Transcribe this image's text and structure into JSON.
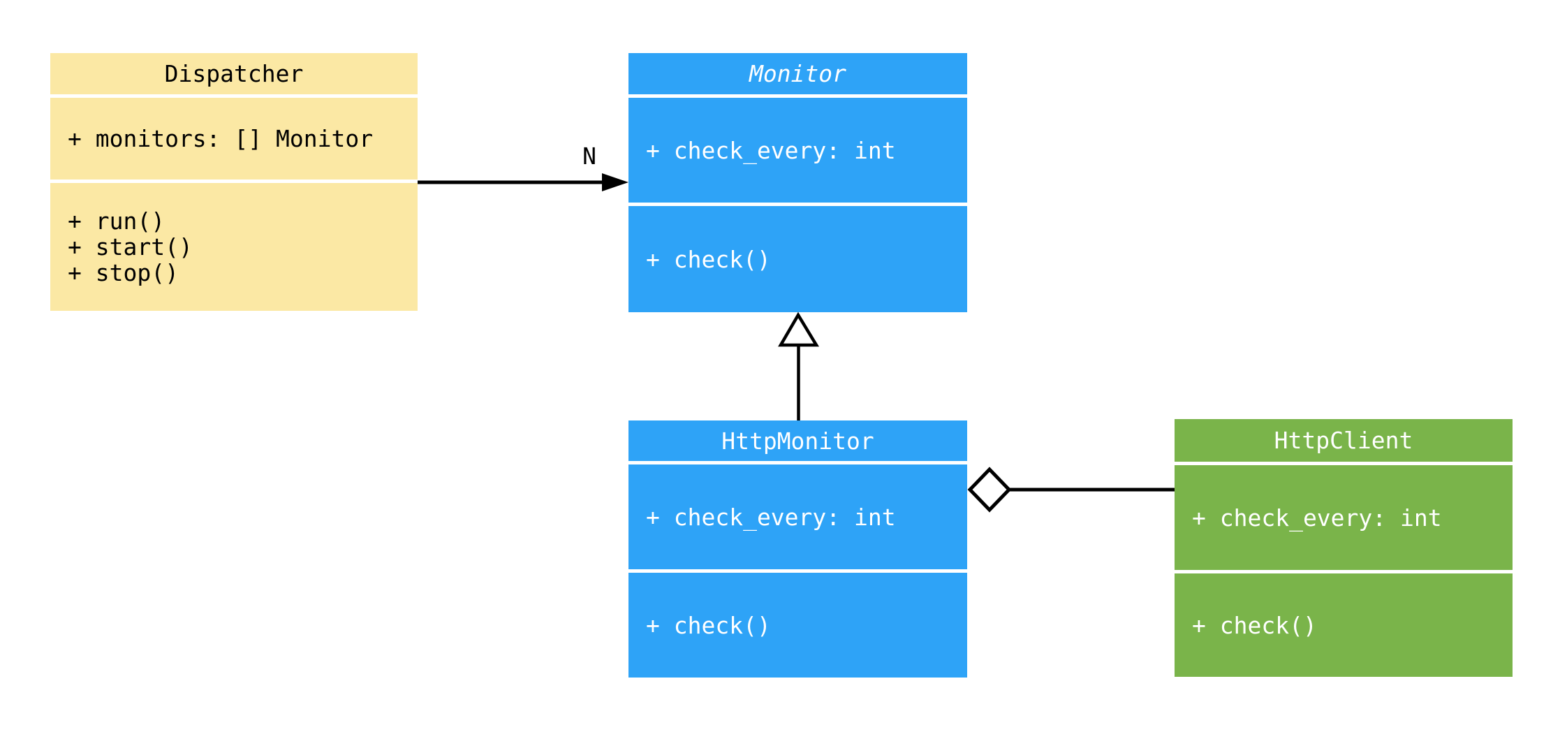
{
  "diagram": {
    "background": "#FFFFFF",
    "classes": [
      {
        "title": "Dispatcher",
        "abstract": false,
        "title_font_style": "normal",
        "fill": "#FBE8A4",
        "text_color": "#000000",
        "attributes": [
          "+ monitors: [] Monitor"
        ],
        "methods": [
          "+ run()",
          "+ start()",
          "+ stop()"
        ]
      },
      {
        "title": "Monitor",
        "abstract": true,
        "title_font_style": "italic",
        "fill": "#2EA3F7",
        "text_color": "#FFFFFF",
        "attributes": [
          "+ check_every: int"
        ],
        "methods": [
          "+ check()"
        ]
      },
      {
        "title": "HttpMonitor",
        "abstract": false,
        "title_font_style": "normal",
        "fill": "#2EA3F7",
        "text_color": "#FFFFFF",
        "attributes": [
          "+ check_every: int"
        ],
        "methods": [
          "+ check()"
        ]
      },
      {
        "title": "HttpClient",
        "abstract": false,
        "title_font_style": "normal",
        "fill": "#7AB44A",
        "text_color": "#FFFFFF",
        "attributes": [
          "+ check_every: int"
        ],
        "methods": [
          "+ check()"
        ]
      }
    ],
    "relationships": [
      {
        "type": "association",
        "from": "Dispatcher",
        "to": "Monitor",
        "label": "N",
        "arrow": "filled-arrowhead",
        "line_color": "#000000"
      },
      {
        "type": "inheritance",
        "from": "HttpMonitor",
        "to": "Monitor",
        "arrow": "hollow-triangle",
        "line_color": "#000000"
      },
      {
        "type": "aggregation",
        "from": "HttpMonitor",
        "to": "HttpClient",
        "arrow": "hollow-diamond",
        "line_color": "#000000"
      }
    ]
  }
}
